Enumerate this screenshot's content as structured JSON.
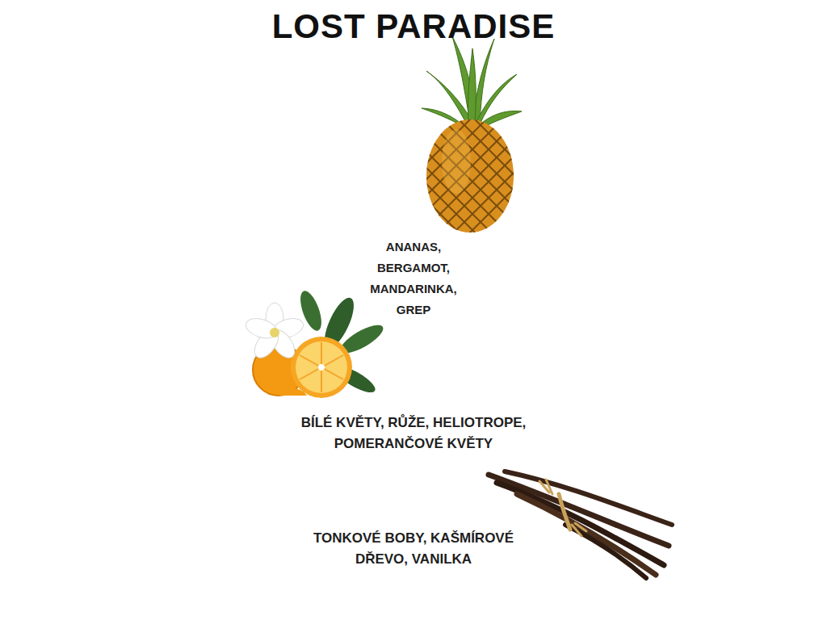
{
  "diagram": {
    "title": "LOST PARADISE",
    "nodes": [
      {
        "text": [
          "ANANAS, BERGAMOT, MANDARINKA, GREP"
        ]
      },
      {
        "text": [
          "BÍLÉ KVĚTY, RŮŽE, HELIOTROPE, POMERANČOVÉ KVĚTY"
        ]
      },
      {
        "text": [
          "TONKOVÉ BOBY, KAŠMÍROVÉ DŘEVO, VANILKA"
        ]
      }
    ]
  }
}
